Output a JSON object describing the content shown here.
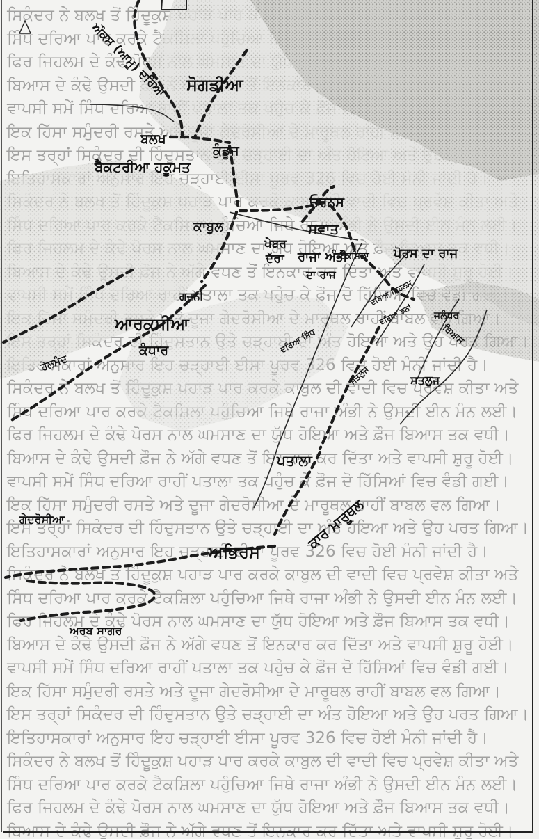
{
  "map": {
    "labels": {
      "sogdiana": "ਸੋਗਡੀਆ",
      "oxus_river": "ਔਕਸ (ਆਮੂ) ਦਰਿਆ",
      "balkh": "ਬਲਖ",
      "kunduz": "ਕੁੰਡੂਜ",
      "bactria": "ਬੈਕਟਰੀਆ ਹਕੂਮਤ",
      "uranas": "ਓਰਨਸ",
      "kabul": "ਕਾਬੁਲ",
      "swat": "ਸਵਾਤ",
      "khyber_1": "ਖੇਬਰ",
      "khyber_2": "ਦੱਰਾ",
      "ambhi_1": "ਰਾਜਾ ਅੰਭੀ",
      "ambhi_2": "ਦਾ ਰਾਜ",
      "taxila": "ਟੈਕਸ਼ਿਲਾ",
      "porus": "ਪੋਰਸ ਦਾ ਰਾਜ",
      "jhelum_river": "ਦਰਿਆ ਜਿਹਲਮ",
      "chenab_river": "ਦਰਿਆ ਝਨਾਂ",
      "jalandhar": "ਜਲੰਧਰ",
      "beas": "ਬਿਆਸ",
      "ghazni": "ਗਜ਼ਨੀ",
      "arachosia": "ਆਰਕਸੀਆ",
      "kandahar": "ਕੰਧਾਰ",
      "helmand": "ਹੇਲਮੰਦ",
      "indus_river": "ਦਰਿਆ ਸਿੰਧ",
      "sutlej_1": "ਸਤਲੁਜ",
      "sutlej_2": "ਸਤਲੁਜ",
      "patala": "ਪਤਾਲਾ",
      "gedrosia": "ਗੇਦਰੋਸੀਆ",
      "carmania": "ਕਾਰ ਮਾਰੂਥਲ",
      "abiras": "ਅਭਿਰਸ",
      "arabian_sea": "ਅਰਬ ਸਾਗਰ"
    }
  },
  "background_text": {
    "lines": [
      "ਸਿਕੰਦਰ ਨੇ ਬਲਖ ਤੋਂ ਹਿੰਦੂਕੁਸ਼ ਪਹਾੜ ਪਾਰ ਕਰਕੇ ਕਾਬੁਲ ਦੀ ਵਾਦੀ ਵਿਚ ਪ੍ਰਵੇਸ਼ ਕੀਤਾ ਅਤੇ",
      "ਸਿੰਧ ਦਰਿਆ ਪਾਰ ਕਰਕੇ ਟੈਕਸ਼ਿਲਾ ਪਹੁੰਚਿਆ ਜਿਥੇ ਰਾਜਾ ਅੰਭੀ ਨੇ ਉਸਦੀ ਈਨ ਮੰਨ ਲਈ।",
      "ਫਿਰ ਜਿਹਲਮ ਦੇ ਕੰਢੇ ਪੋਰਸ ਨਾਲ ਘਮਸਾਣ ਦਾ ਯੁੱਧ ਹੋਇਆ ਅਤੇ ਫ਼ੌਜ ਬਿਆਸ ਤਕ ਵਧੀ।",
      "ਬਿਆਸ ਦੇ ਕੰਢੇ ਉਸਦੀ ਫ਼ੌਜ ਨੇ ਅੱਗੇ ਵਧਣ ਤੋਂ ਇਨਕਾਰ ਕਰ ਦਿੱਤਾ ਅਤੇ ਵਾਪਸੀ ਸ਼ੁਰੂ ਹੋਈ।",
      "ਵਾਪਸੀ ਸਮੇਂ ਸਿੰਧ ਦਰਿਆ ਰਾਹੀਂ ਪਤਾਲਾ ਤਕ ਪਹੁੰਚ ਕੇ ਫ਼ੌਜ ਦੋ ਹਿੱਸਿਆਂ ਵਿਚ ਵੰਡੀ ਗਈ।",
      "ਇਕ ਹਿੱਸਾ ਸਮੁੰਦਰੀ ਰਸਤੇ ਅਤੇ ਦੂਜਾ ਗੇਦਰੋਸੀਆ ਦੇ ਮਾਰੂਥਲ ਰਾਹੀਂ ਬਾਬਲ ਵਲ ਗਿਆ।",
      "ਇਸ ਤਰ੍ਹਾਂ ਸਿਕੰਦਰ ਦੀ ਹਿੰਦੁਸਤਾਨ ਉਤੇ ਚੜ੍ਹਾਈ ਦਾ ਅੰਤ ਹੋਇਆ ਅਤੇ ਉਹ ਪਰਤ ਗਿਆ।",
      "ਇਤਿਹਾਸਕਾਰਾਂ ਅਨੁਸਾਰ ਇਹ ਚੜ੍ਹਾਈ ਈਸਾ ਪੂਰਵ 326 ਵਿਚ ਹੋਈ ਮੰਨੀ ਜਾਂਦੀ ਹੈ।"
    ]
  },
  "colors": {
    "route": "#1c1c1c",
    "land_tint": "#d9d9d6",
    "text": "#111111"
  }
}
